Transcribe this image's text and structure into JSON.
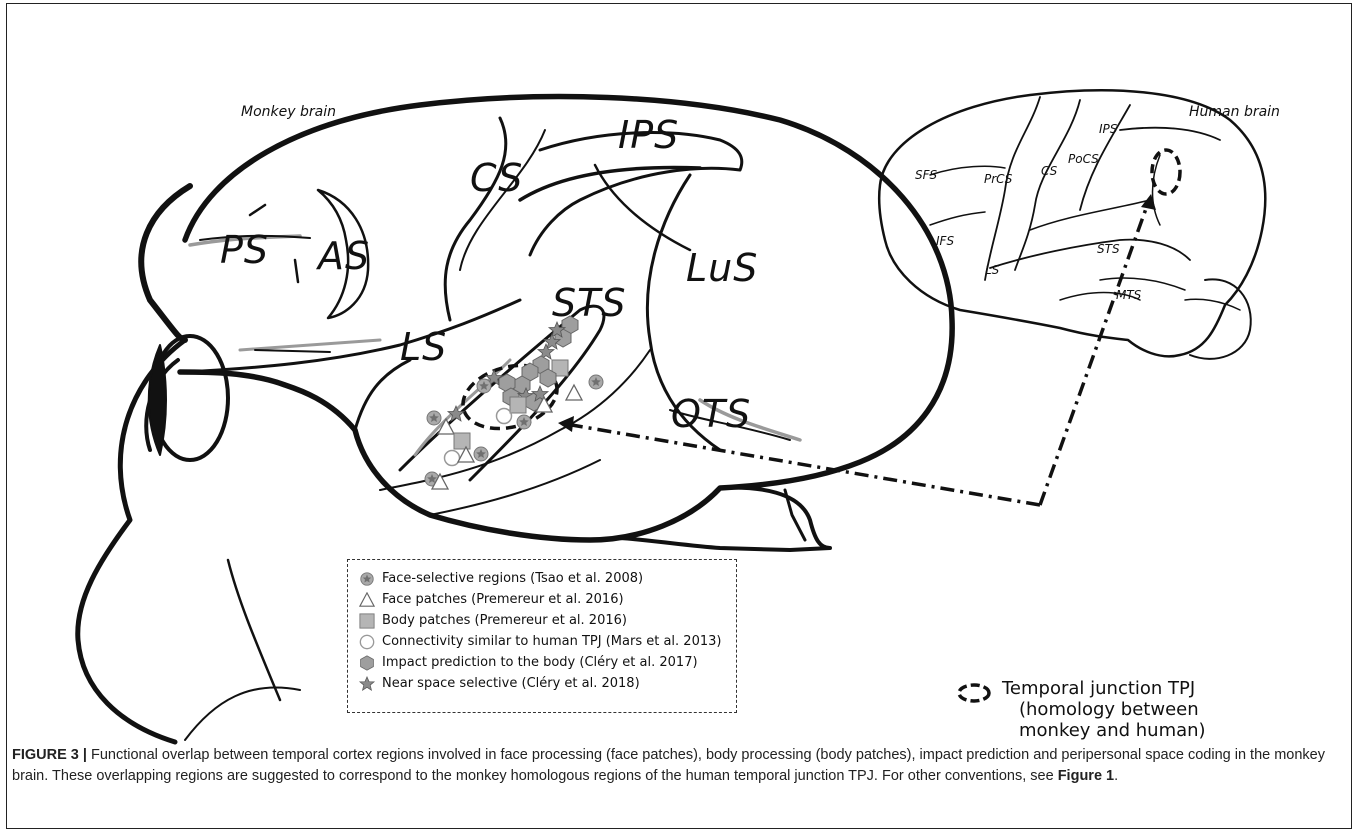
{
  "labels": {
    "monkey_brain": "Monkey brain",
    "human_brain": "Human brain",
    "monkey_sulci": {
      "ps": "PS",
      "as": "AS",
      "cs": "CS",
      "ips": "IPS",
      "lus": "LuS",
      "sts": "STS",
      "ls": "LS",
      "ots": "OTS"
    },
    "human_sulci": {
      "ips": "IPS",
      "sfs": "SFS",
      "prcs": "PrCS",
      "cs": "CS",
      "pocs": "PoCS",
      "ifs": "IFS",
      "sts": "STS",
      "ls": "LS",
      "mts": "MTS"
    }
  },
  "tpj_label": {
    "line1": "Temporal junction TPJ",
    "line2": "(homology between",
    "line3": "monkey and human)"
  },
  "legend": [
    {
      "symbol": "face-selective-icon",
      "text": "Face-selective regions (Tsao et al. 2008)"
    },
    {
      "symbol": "triangle-icon",
      "text": "Face patches (Premereur et al. 2016)"
    },
    {
      "symbol": "square-icon",
      "text": "Body patches (Premereur et al. 2016)"
    },
    {
      "symbol": "circle-icon",
      "text": "Connectivity similar to human TPJ (Mars et al. 2013)"
    },
    {
      "symbol": "hexagon-icon",
      "text": "Impact prediction to the body (Cléry et al. 2017)"
    },
    {
      "symbol": "star-icon",
      "text": "Near space selective (Cléry et al. 2018)"
    }
  ],
  "caption": {
    "figure_label": "FIGURE 3 |",
    "text": " Functional overlap between temporal cortex regions involved in face processing (face patches), body processing (body patches), impact prediction and peripersonal space coding in the monkey brain. These overlapping regions are suggested to correspond to the monkey homologous regions of the human temporal junction TPJ. For other conventions, see ",
    "ref": "Figure 1",
    "end": "."
  },
  "colors": {
    "line": "#111111",
    "grey_fill": "#a9a9a9",
    "grey_line": "#8c8c8c"
  }
}
